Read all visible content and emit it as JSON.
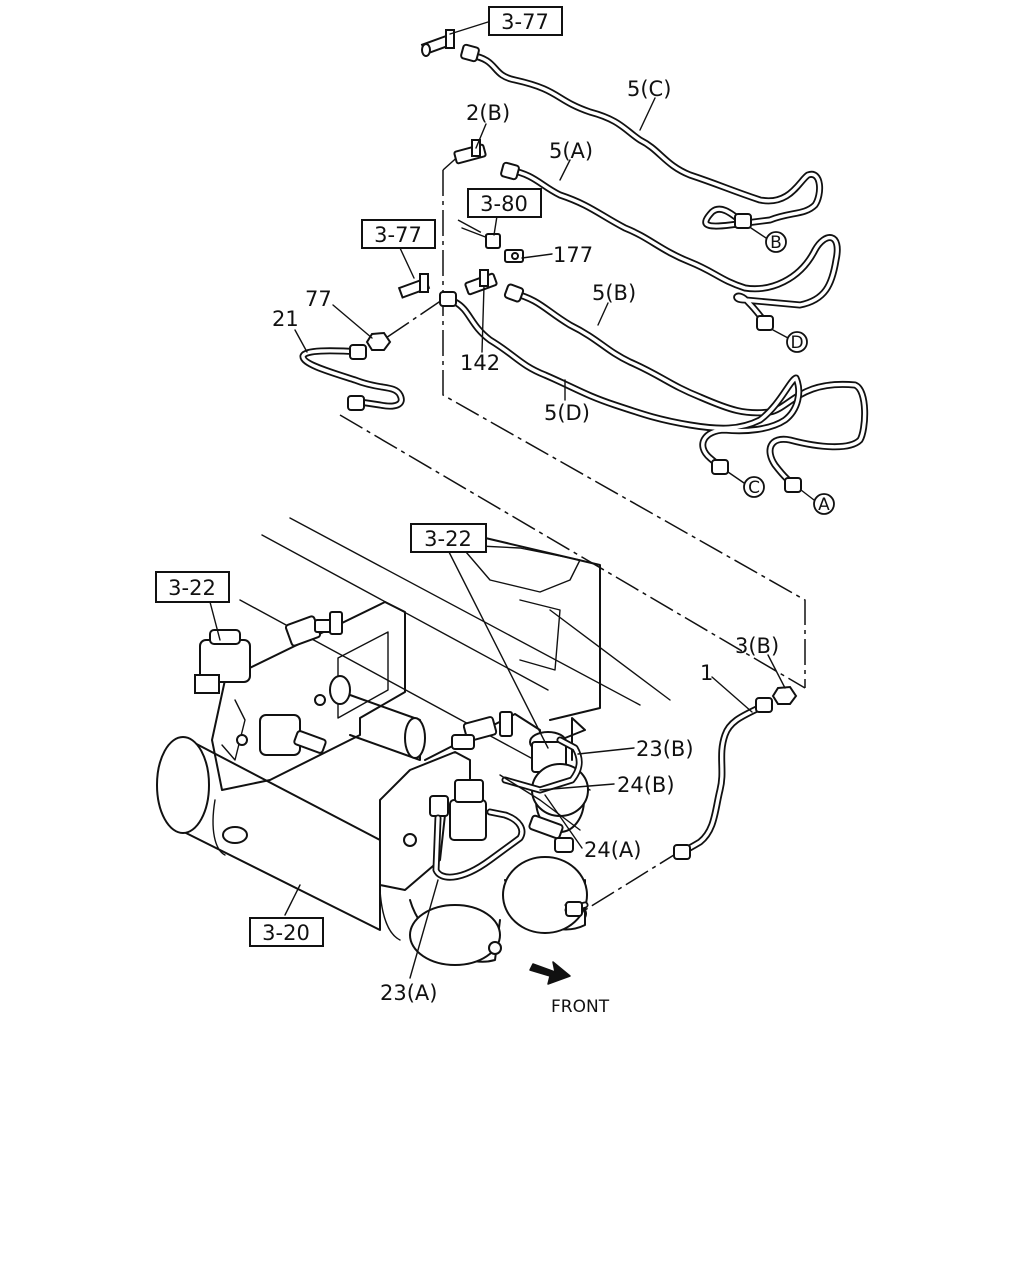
{
  "ref_boxes": [
    "3-77",
    "3-80",
    "3-77",
    "3-22",
    "3-22",
    "3-20"
  ],
  "callouts": [
    "5(C)",
    "2(B)",
    "5(A)",
    "177",
    "77",
    "21",
    "142",
    "5(B)",
    "5(D)",
    "3(B)",
    "1",
    "23(B)",
    "24(B)",
    "24(A)",
    "23(A)"
  ],
  "connectors": [
    "B",
    "D",
    "C",
    "A"
  ],
  "direction_label": "FRONT",
  "direction_icon": "arrow-icon"
}
